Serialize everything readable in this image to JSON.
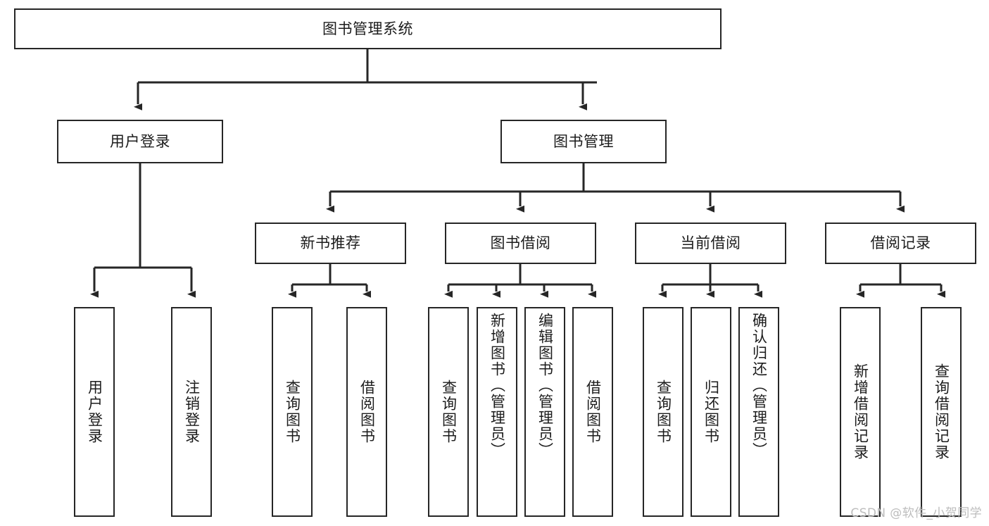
{
  "diagram": {
    "title": "图书管理系统",
    "type": "tree-hierarchy-diagram",
    "colors": {
      "box_border": "#262626",
      "box_fill": "#ffffff",
      "edge": "#262626",
      "text": "#1c1c1c",
      "watermark": "#bdbdbd",
      "background": "#ffffff"
    },
    "root": {
      "label": "图书管理系统"
    },
    "level2": [
      {
        "label": "用户登录"
      },
      {
        "label": "图书管理"
      }
    ],
    "level3": [
      {
        "label": "新书推荐"
      },
      {
        "label": "图书借阅"
      },
      {
        "label": "当前借阅"
      },
      {
        "label": "借阅记录"
      }
    ],
    "leaves": {
      "user_login": [
        {
          "label": "用户登录"
        },
        {
          "label": "注销登录"
        }
      ],
      "new_book_recommend": [
        {
          "label": "查询图书"
        },
        {
          "label": "借阅图书"
        }
      ],
      "book_borrow": [
        {
          "label": "查询图书"
        },
        {
          "label": "新增图书（管理员）"
        },
        {
          "label": "编辑图书（管理员）"
        },
        {
          "label": "借阅图书"
        }
      ],
      "current_borrow": [
        {
          "label": "查询图书"
        },
        {
          "label": "归还图书"
        },
        {
          "label": "确认归还（管理员）"
        }
      ],
      "borrow_record": [
        {
          "label": "新增借阅记录"
        },
        {
          "label": "查询借阅记录"
        }
      ]
    }
  },
  "watermark": {
    "text": "CSDN @软件_小贺同学"
  }
}
